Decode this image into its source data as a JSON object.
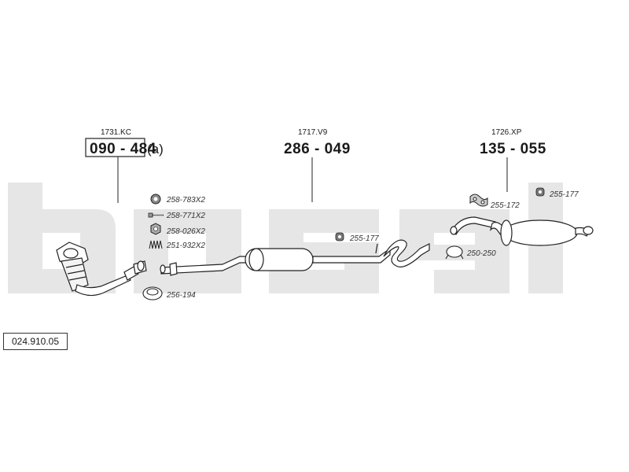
{
  "groups": [
    {
      "code": "1731.KC",
      "number": "090 - 484",
      "suffix": "(a)"
    },
    {
      "code": "1717.V9",
      "number": "286 - 049"
    },
    {
      "code": "1726.XP",
      "number": "135 - 055"
    }
  ],
  "parts": [
    {
      "id": "258-783X2",
      "icon": "gasket-ring-icon"
    },
    {
      "id": "258-771X2",
      "icon": "bolt-icon"
    },
    {
      "id": "258-026X2",
      "icon": "hex-nut-icon"
    },
    {
      "id": "251-932X2",
      "icon": "spring-icon"
    },
    {
      "id": "256-194",
      "icon": "sealing-ring-icon"
    },
    {
      "id": "255-177",
      "icon": "rubber-hanger-icon"
    },
    {
      "id": "255-172",
      "icon": "flange-gasket-icon"
    },
    {
      "id": "255-177",
      "icon": "rubber-hanger-icon"
    },
    {
      "id": "250-250",
      "icon": "pipe-clamp-icon"
    }
  ],
  "reference": "024.910.05",
  "watermark": "bosal",
  "colors": {
    "watermark": "#e6e6e6",
    "line": "#222222"
  }
}
